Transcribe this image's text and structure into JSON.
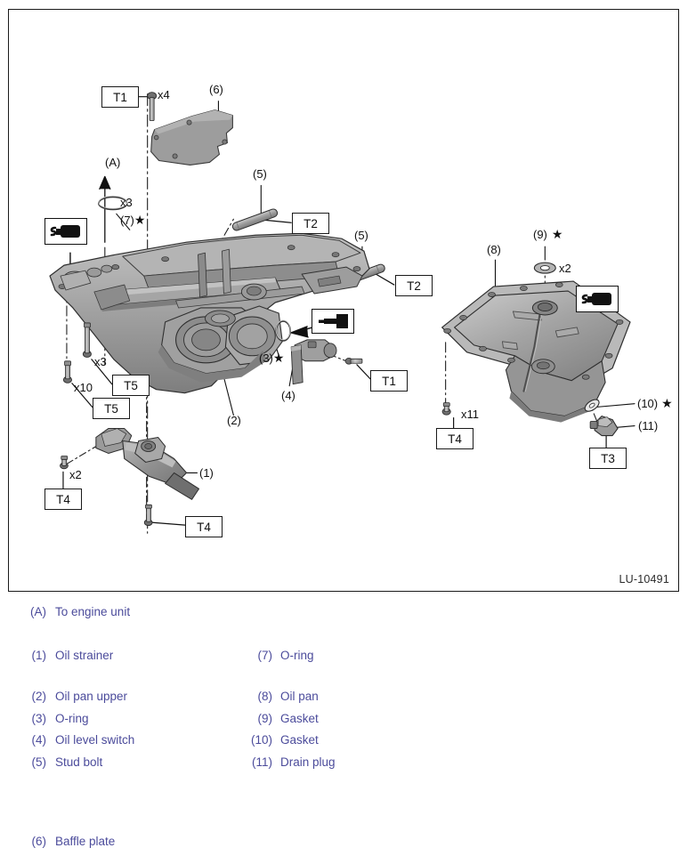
{
  "diagram": {
    "code": "LU-10491",
    "torque_boxes": [
      {
        "id": "t1-top",
        "label": "T1"
      },
      {
        "id": "t2-upper",
        "label": "T2"
      },
      {
        "id": "t2-lower",
        "label": "T2"
      },
      {
        "id": "t5-upper",
        "label": "T5"
      },
      {
        "id": "t5-lower",
        "label": "T5"
      },
      {
        "id": "t1-right",
        "label": "T1"
      },
      {
        "id": "t4-left",
        "label": "T4"
      },
      {
        "id": "t4-center",
        "label": "T4"
      },
      {
        "id": "t4-pan",
        "label": "T4"
      },
      {
        "id": "t3-plug",
        "label": "T3"
      }
    ],
    "quantity_markers": [
      {
        "id": "qty-baffle-bolts",
        "label": "x4"
      },
      {
        "id": "qty-oring-a",
        "label": "x3"
      },
      {
        "id": "qty-t5-upper",
        "label": "x3"
      },
      {
        "id": "qty-t5-lower",
        "label": "x10"
      },
      {
        "id": "qty-strainer",
        "label": "x2"
      },
      {
        "id": "qty-gasket-9",
        "label": "x2"
      },
      {
        "id": "qty-pan-bolts",
        "label": "x11"
      }
    ],
    "callouts": [
      {
        "id": "callout-a",
        "label": "(A)",
        "star": false
      },
      {
        "id": "callout-6",
        "label": "(6)",
        "star": false
      },
      {
        "id": "callout-5a",
        "label": "(5)",
        "star": false
      },
      {
        "id": "callout-5b",
        "label": "(5)",
        "star": false
      },
      {
        "id": "callout-7",
        "label": "(7)",
        "star": true
      },
      {
        "id": "callout-3",
        "label": "(3)",
        "star": true
      },
      {
        "id": "callout-4",
        "label": "(4)",
        "star": false
      },
      {
        "id": "callout-2",
        "label": "(2)",
        "star": false
      },
      {
        "id": "callout-1",
        "label": "(1)",
        "star": false
      },
      {
        "id": "callout-8",
        "label": "(8)",
        "star": false
      },
      {
        "id": "callout-9",
        "label": "(9)",
        "star": true
      },
      {
        "id": "callout-10",
        "label": "(10)",
        "star": true
      },
      {
        "id": "callout-11",
        "label": "(11)",
        "star": false
      }
    ],
    "star_glyph": "★",
    "icons": [
      {
        "id": "oil-applicator-left",
        "name": "oil-applicator-icon"
      },
      {
        "id": "sealant-applicator",
        "name": "sealant-applicator-icon"
      },
      {
        "id": "oil-applicator-right",
        "name": "oil-applicator-icon"
      }
    ]
  },
  "legend": {
    "note": {
      "num": "(A)",
      "label": "To engine unit"
    },
    "left_column": [
      {
        "num": "(1)",
        "label": "Oil strainer"
      },
      {
        "num": "(2)",
        "label": "Oil pan upper"
      },
      {
        "num": "(3)",
        "label": "O-ring"
      },
      {
        "num": "(4)",
        "label": "Oil level switch"
      },
      {
        "num": "(5)",
        "label": "Stud bolt"
      },
      {
        "num": "(6)",
        "label": "Baffle plate"
      }
    ],
    "right_column": [
      {
        "num": "(7)",
        "label": "O-ring"
      },
      {
        "num": "(8)",
        "label": "Oil pan"
      },
      {
        "num": "(9)",
        "label": "Gasket"
      },
      {
        "num": "(10)",
        "label": "Gasket"
      },
      {
        "num": "(11)",
        "label": "Drain plug"
      }
    ]
  },
  "colors": {
    "legend_text": "#4b4b9b",
    "frame": "#1a1a1a",
    "part_fill": "#9a9a9a",
    "part_fill_light": "#b8b8b8",
    "part_fill_dark": "#7c7c7c"
  }
}
